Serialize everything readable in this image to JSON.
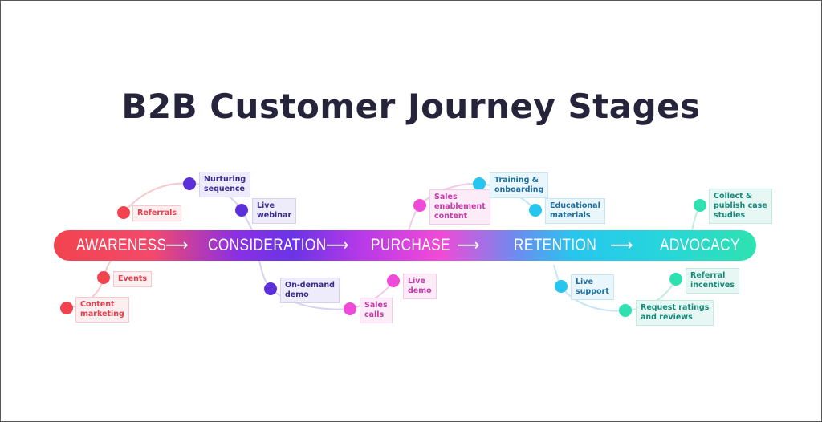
{
  "title": "B2B Customer Journey Stages",
  "colors": {
    "awareness": "#f2434e",
    "consideration": "#5b2fd9",
    "purchase": "#f04ad8",
    "retention": "#27c6ee",
    "advocacy": "#2ee2b0",
    "title": "#25243a"
  },
  "stages": [
    {
      "label": "AWARENESS"
    },
    {
      "label": "CONSIDERATION"
    },
    {
      "label": "PURCHASE"
    },
    {
      "label": "RETENTION"
    },
    {
      "label": "ADVOCACY"
    }
  ],
  "arrow_glyph": "⟶",
  "touchpoints": [
    {
      "text": "Referrals"
    },
    {
      "text": "Events"
    },
    {
      "text": "Content\nmarketing"
    },
    {
      "text": "Nurturing\nsequence"
    },
    {
      "text": "Live\nwebinar"
    },
    {
      "text": "On-demand\ndemo"
    },
    {
      "text": "Sales\nenablement\ncontent"
    },
    {
      "text": "Live\ndemo"
    },
    {
      "text": "Sales\ncalls"
    },
    {
      "text": "Training &\nonboarding"
    },
    {
      "text": "Educational\nmaterials"
    },
    {
      "text": "Live\nsupport"
    },
    {
      "text": "Collect &\npublish case\nstudies"
    },
    {
      "text": "Referral\nincentives"
    },
    {
      "text": "Request ratings\nand reviews"
    }
  ]
}
